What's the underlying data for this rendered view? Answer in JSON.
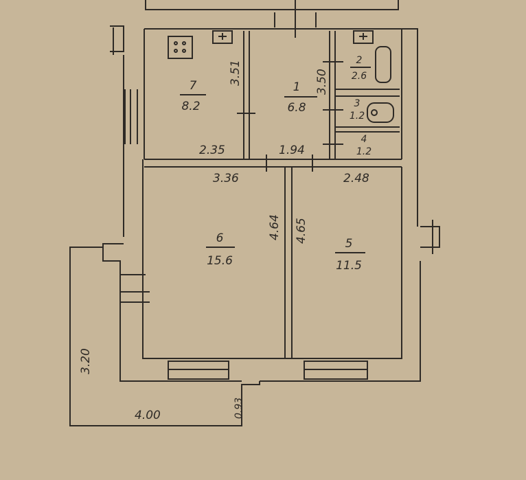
{
  "rooms": [
    {
      "number": "7",
      "area": "8.2"
    },
    {
      "number": "1",
      "area": "6.8"
    },
    {
      "number": "2",
      "area": "2.6"
    },
    {
      "number": "3",
      "area": "1.2"
    },
    {
      "number": "4",
      "area": "1.2"
    },
    {
      "number": "6",
      "area": "15.6"
    },
    {
      "number": "5",
      "area": "11.5"
    }
  ],
  "dimensions": {
    "kitchen_height": "3.51",
    "kitchen_width": "2.35",
    "room1_height": "3.50",
    "room1_width": "1.94",
    "room6_width": "3.36",
    "room5_width": "2.48",
    "room6_height": "4.64",
    "room5_height": "4.65",
    "balcony_height": "3.20",
    "balcony_width": "4.00",
    "balcony_step": "0.93"
  },
  "colors": {
    "paper": "#c7b699",
    "ink": "#2e2a26"
  }
}
